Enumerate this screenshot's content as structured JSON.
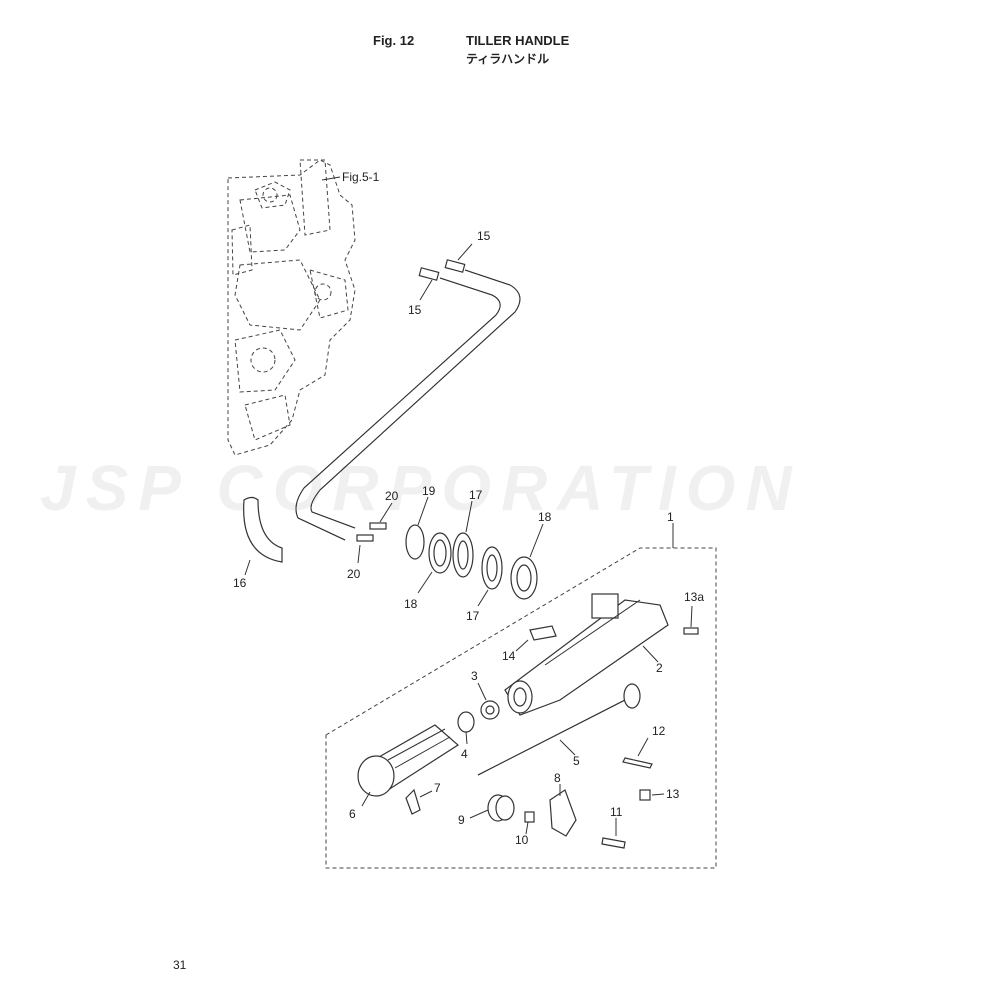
{
  "header": {
    "fig_number": "Fig. 12",
    "title_en": "TILLER HANDLE",
    "title_jp": "ティラハンドル"
  },
  "page_number": "31",
  "watermark": "JSP CORPORATION",
  "engine_reference": "Fig.5-1",
  "callouts": {
    "c1": "1",
    "c2": "2",
    "c3": "3",
    "c4": "4",
    "c5": "5",
    "c6": "6",
    "c7": "7",
    "c8": "8",
    "c9": "9",
    "c10": "10",
    "c11": "11",
    "c12": "12",
    "c13": "13",
    "c13a": "13a",
    "c14": "14",
    "c15a": "15",
    "c15b": "15",
    "c16": "16",
    "c17a": "17",
    "c17b": "17",
    "c18a": "18",
    "c18b": "18",
    "c19": "19",
    "c20a": "20",
    "c20b": "20"
  }
}
